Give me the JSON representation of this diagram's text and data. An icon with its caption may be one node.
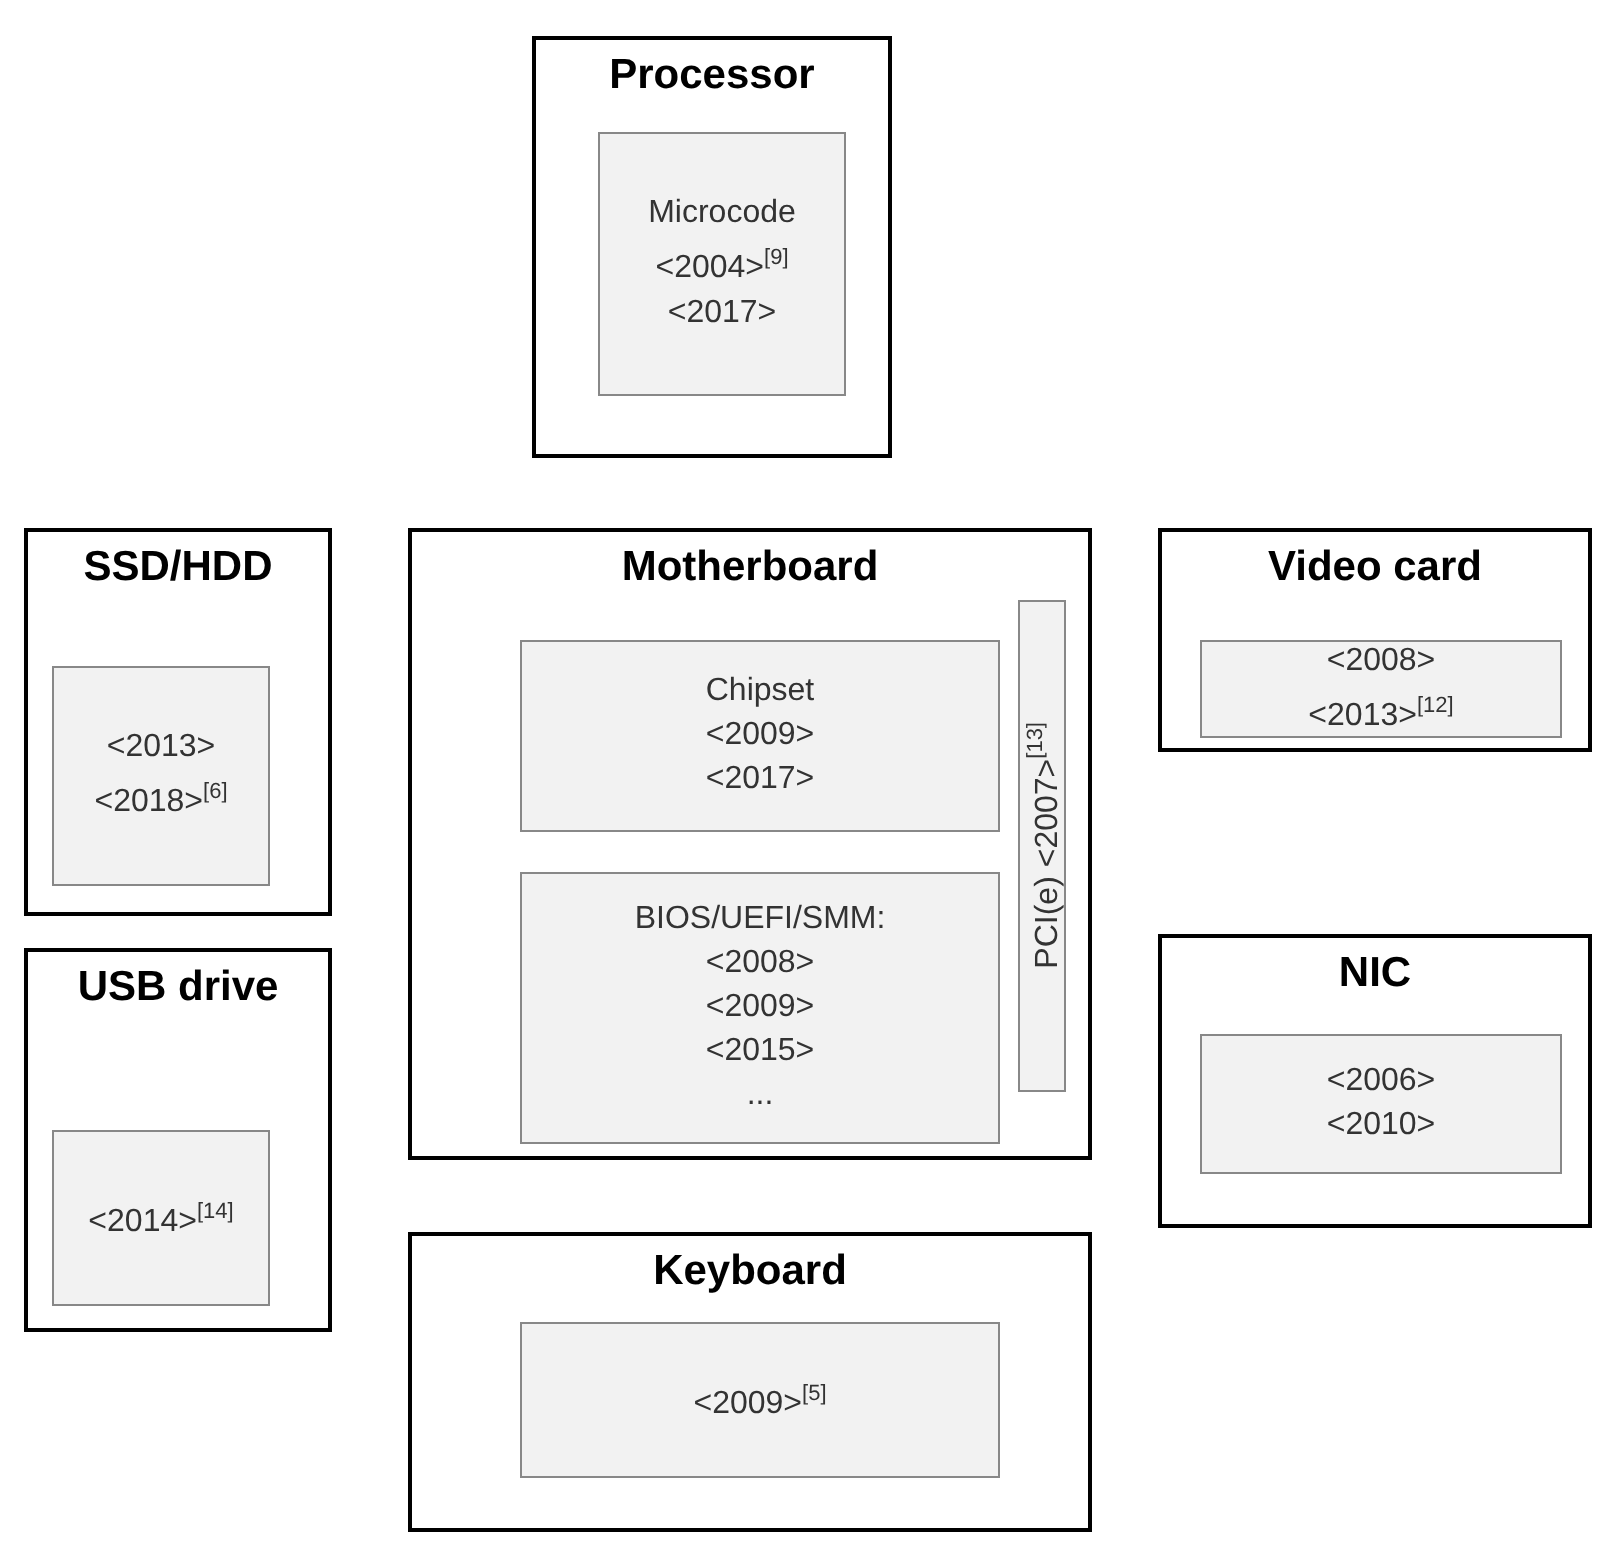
{
  "diagram": {
    "nodes": [
      {
        "text": [
          "Processor"
        ]
      },
      {
        "text": [
          "Microcode",
          "<2004>$^{[9]}$",
          "<2017>"
        ],
        "in": 0
      },
      {
        "text": [
          "SSD/HDD"
        ]
      },
      {
        "text": [
          "<2013>",
          "<2018>$^{[6]}$"
        ],
        "in": 2
      },
      {
        "text": [
          "Motherboard"
        ]
      },
      {
        "text": [
          "Chipset",
          "<2009>",
          "<2017>"
        ],
        "in": 4
      },
      {
        "text": [
          "BIOS/UEFI/SMM:",
          "<2008>",
          "<2009>",
          "<2015>",
          "..."
        ],
        "in": 4
      },
      {
        "text": [
          "PCI(e) <2007>$^{[13]}$"
        ],
        "in": 4
      },
      {
        "text": [
          "Video card"
        ]
      },
      {
        "text": [
          "<2008>",
          "<2013>$^{[12]}$"
        ],
        "in": 8
      },
      {
        "text": [
          "NIC"
        ]
      },
      {
        "text": [
          "<2006>",
          "<2010>"
        ],
        "in": 10
      },
      {
        "text": [
          "USB drive"
        ]
      },
      {
        "text": [
          "<2014>$^{[14]}$"
        ],
        "in": 12
      },
      {
        "text": [
          "Keyboard"
        ]
      },
      {
        "text": [
          "<2009>$^{[5]}$"
        ],
        "in": 14
      }
    ]
  }
}
